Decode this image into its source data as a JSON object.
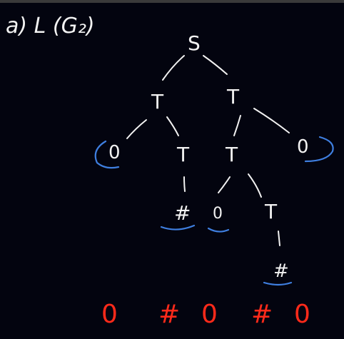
{
  "heading": "a) L (G₂)",
  "tree": {
    "root": "S",
    "left_T": "T",
    "right_T": "T",
    "left_zero": "0",
    "left_mid_T": "T",
    "hash_1": "#",
    "right_mid_T": "T",
    "right_zero": "0",
    "mid_zero": "0",
    "deep_T": "T",
    "hash_2": "#"
  },
  "yield": [
    "0",
    "#",
    "0",
    "#",
    "0"
  ],
  "colors": {
    "background": "#03040f",
    "ink": "#f2f2f2",
    "circle": "#3f7fe0",
    "yield": "#ff2a1a"
  }
}
